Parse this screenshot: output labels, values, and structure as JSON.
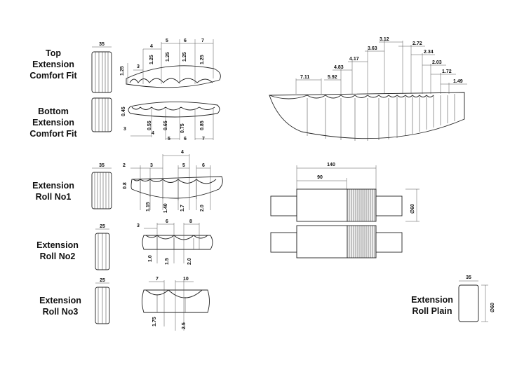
{
  "labels": {
    "top": [
      "Top",
      "Extension",
      "Comfort Fit"
    ],
    "bottom": [
      "Bottom",
      "Extension",
      "Comfort Fit"
    ],
    "roll1": [
      "Extension",
      "Roll No1"
    ],
    "roll2": [
      "Extension",
      "Roll No2"
    ],
    "roll3": [
      "Extension",
      "Roll No3"
    ],
    "plain": [
      "Extension",
      "Roll Plain"
    ]
  },
  "dims": {
    "top_width": "35",
    "top_pitch": [
      "3",
      "4",
      "5",
      "6",
      "7"
    ],
    "top_depth": [
      "1.25",
      "1.25",
      "1.25",
      "1.25",
      "1.25"
    ],
    "bottom_depth": [
      "0.45",
      "0.55",
      "0.65",
      "0.75",
      "0.85"
    ],
    "bottom_pitch": [
      "3",
      "4",
      "5",
      "6",
      "7"
    ],
    "roll1_width": "35",
    "roll1_pitch": [
      "2",
      "3",
      "4",
      "5",
      "6"
    ],
    "roll1_depth": [
      "0.8",
      "1.15",
      "1.40",
      "1.7",
      "2.0"
    ],
    "roll2_width": "25",
    "roll2_pitch": [
      "3",
      "6",
      "8"
    ],
    "roll2_depth": [
      "1.0",
      "1.5",
      "2.0"
    ],
    "roll3_width": "25",
    "roll3_pitch": [
      "7",
      "10"
    ],
    "roll3_depth": [
      "1.75",
      "2.5"
    ],
    "arc_values": [
      "7.11",
      "5.92",
      "4.83",
      "4.17",
      "3.63",
      "3.12",
      "2.72",
      "2.34",
      "2.03",
      "1.72",
      "1.49"
    ],
    "assembly_length": "140",
    "assembly_groove": "90",
    "assembly_dia": "∅60",
    "plain_width": "35",
    "plain_dia": "∅60"
  }
}
